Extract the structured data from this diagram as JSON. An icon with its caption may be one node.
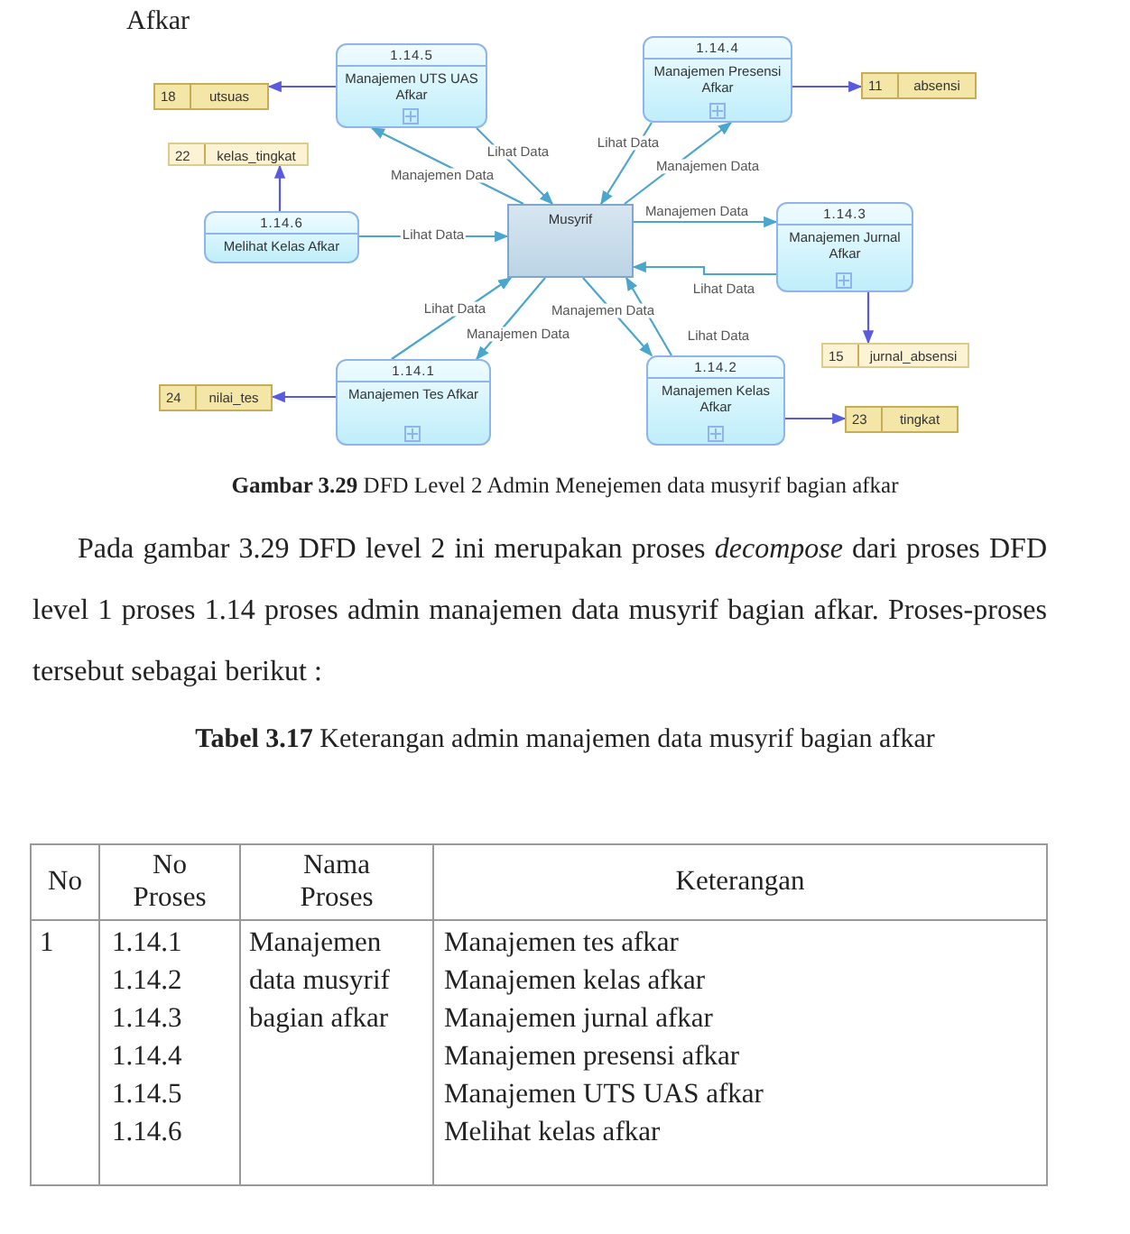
{
  "diagram": {
    "caption": "**Gambar 3.29** DFD Level 2 Admin Menejemen data musyrif bagian afkar",
    "nodes": [
      {
        "text": [
          "1.14.5",
          "Manajemen UTS UAS Afkar"
        ]
      },
      {
        "text": [
          "1.14.4",
          "Manajemen Presensi Afkar"
        ]
      },
      {
        "text": [
          "18",
          "utsuas"
        ]
      },
      {
        "text": [
          "11",
          "absensi"
        ]
      },
      {
        "text": [
          "22",
          "kelas_tingkat"
        ]
      },
      {
        "text": [
          "1.14.6",
          "Melihat Kelas Afkar"
        ]
      },
      {
        "text": [
          "Musyrif"
        ]
      },
      {
        "text": [
          "1.14.3",
          "Manajemen Jurnal Afkar"
        ]
      },
      {
        "text": [
          "15",
          "jurnal_absensi"
        ]
      },
      {
        "text": [
          "1.14.1",
          "Manajemen Tes Afkar"
        ]
      },
      {
        "text": [
          "24",
          "nilai_tes"
        ]
      },
      {
        "text": [
          "1.14.2",
          "Manajemen Kelas Afkar"
        ]
      },
      {
        "text": [
          "23",
          "tingkat"
        ]
      }
    ],
    "edges": [
      {
        "from": 0,
        "to": 2,
        "arrow": "to",
        "color": "#5a5ae0"
      },
      {
        "from": 6,
        "to": 0,
        "arrow": "to",
        "label": "Manajemen Data"
      },
      {
        "from": 0,
        "to": 6,
        "arrow": "to",
        "label": "Lihat Data"
      },
      {
        "from": 1,
        "to": 3,
        "arrow": "to",
        "color": "#5a5ae0"
      },
      {
        "from": 6,
        "to": 1,
        "arrow": "to",
        "label": "Manajemen Data"
      },
      {
        "from": 1,
        "to": 6,
        "arrow": "to",
        "label": "Lihat Data"
      },
      {
        "from": 5,
        "to": 4,
        "arrow": "to",
        "color": "#5a5ae0"
      },
      {
        "from": 5,
        "to": 6,
        "arrow": "to",
        "label": "Lihat Data"
      },
      {
        "from": 6,
        "to": 7,
        "arrow": "to",
        "label": "Manajemen Data"
      },
      {
        "from": 7,
        "to": 6,
        "arrow": "to",
        "label": "Lihat Data"
      },
      {
        "from": 7,
        "to": 8,
        "arrow": "to",
        "color": "#5a5ae0"
      },
      {
        "from": 9,
        "to": 6,
        "arrow": "to",
        "label": "Lihat Data"
      },
      {
        "from": 6,
        "to": 9,
        "arrow": "to",
        "label": "Manajemen Data"
      },
      {
        "from": 9,
        "to": 10,
        "arrow": "to",
        "color": "#5a5ae0"
      },
      {
        "from": 6,
        "to": 11,
        "arrow": "to",
        "label": "Manajemen Data"
      },
      {
        "from": 11,
        "to": 6,
        "arrow": "to",
        "label": "Lihat Data"
      },
      {
        "from": 11,
        "to": 12,
        "arrow": "to",
        "color": "#5a5ae0"
      }
    ],
    "labels": [
      "Afkar",
      "Pada gambar 3.29 DFD level 2 ini merupakan proses *decompose* dari proses DFD level 1 proses 1.14 proses admin manajemen data musyrif bagian afkar. Proses-proses tersebut sebagai berikut :",
      "**Tabel 3.17** Keterangan admin manajemen data musyrif bagian afkar",
      "No",
      "No Proses",
      "Nama Proses",
      "Keterangan",
      "1",
      "1.14.1",
      "1.14.2",
      "1.14.3",
      "1.14.4",
      "1.14.5",
      "1.14.6",
      "Manajemen data musyrif bagian afkar",
      "Manajemen tes afkar",
      "Manajemen kelas afkar",
      "Manajemen jurnal afkar",
      "Manajemen presensi afkar",
      "Manajemen UTS UAS afkar",
      "Melihat kelas afkar"
    ]
  }
}
